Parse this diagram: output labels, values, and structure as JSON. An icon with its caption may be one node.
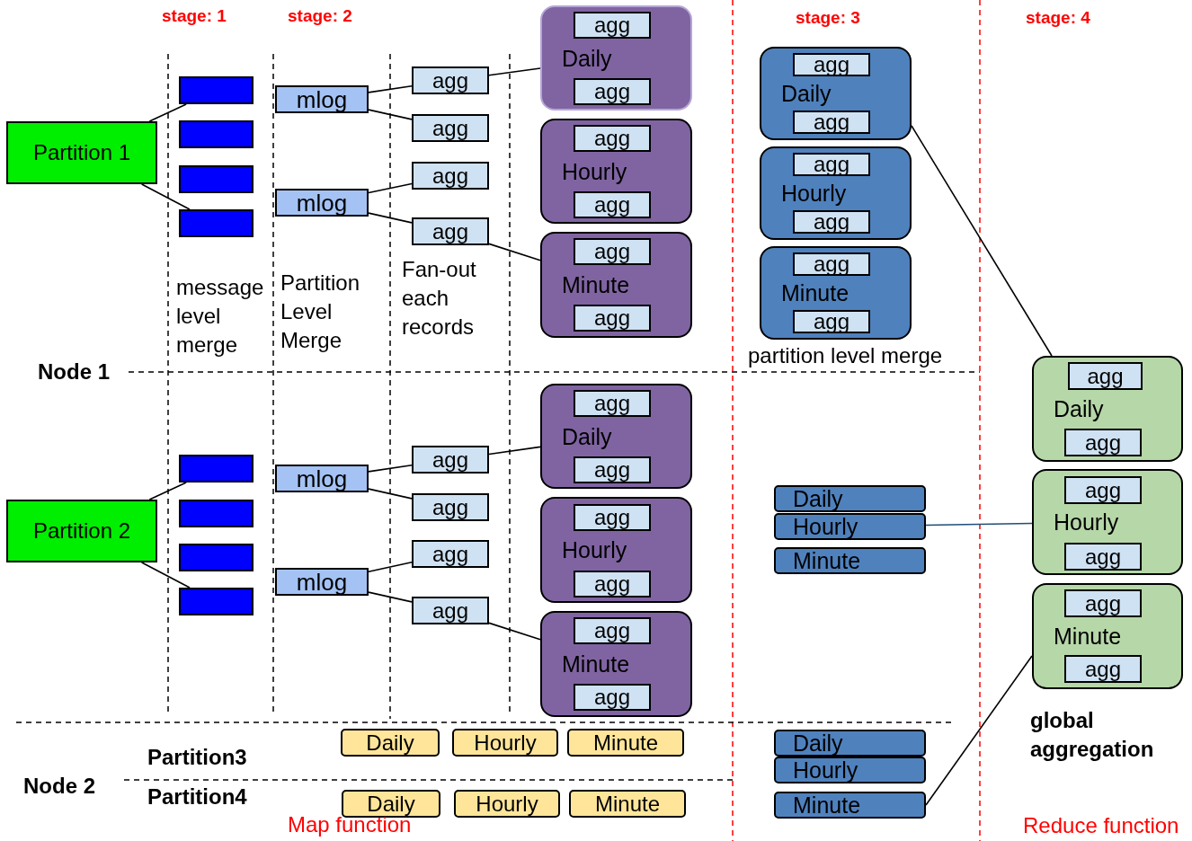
{
  "diagram": {
    "nodes": [
      {
        "text": [
          "Partition 1"
        ]
      },
      {
        "text": [],
        "shape": "box"
      },
      {
        "text": [],
        "shape": "box"
      },
      {
        "text": [],
        "shape": "box"
      },
      {
        "text": [],
        "shape": "box"
      },
      {
        "text": [
          "mlog"
        ]
      },
      {
        "text": [
          "mlog"
        ]
      },
      {
        "text": [
          "agg"
        ]
      },
      {
        "text": [
          "agg"
        ]
      },
      {
        "text": [
          "agg"
        ]
      },
      {
        "text": [
          "agg"
        ]
      },
      {
        "text": [
          "Daily"
        ]
      },
      {
        "text": [
          "agg"
        ],
        "in": 11
      },
      {
        "text": [
          "agg"
        ],
        "in": 11
      },
      {
        "text": [
          "Hourly"
        ]
      },
      {
        "text": [
          "agg"
        ],
        "in": 14
      },
      {
        "text": [
          "agg"
        ],
        "in": 14
      },
      {
        "text": [
          "Minute"
        ]
      },
      {
        "text": [
          "agg"
        ],
        "in": 17
      },
      {
        "text": [
          "agg"
        ],
        "in": 17
      },
      {
        "text": [
          "Daily"
        ]
      },
      {
        "text": [
          "agg"
        ],
        "in": 20
      },
      {
        "text": [
          "agg"
        ],
        "in": 20
      },
      {
        "text": [
          "Hourly"
        ]
      },
      {
        "text": [
          "agg"
        ],
        "in": 23
      },
      {
        "text": [
          "agg"
        ],
        "in": 23
      },
      {
        "text": [
          "Minute"
        ]
      },
      {
        "text": [
          "agg"
        ],
        "in": 26
      },
      {
        "text": [
          "agg"
        ],
        "in": 26
      },
      {
        "text": [
          "Partition 2"
        ]
      },
      {
        "text": [],
        "shape": "box"
      },
      {
        "text": [],
        "shape": "box"
      },
      {
        "text": [],
        "shape": "box"
      },
      {
        "text": [],
        "shape": "box"
      },
      {
        "text": [
          "mlog"
        ]
      },
      {
        "text": [
          "mlog"
        ]
      },
      {
        "text": [
          "agg"
        ]
      },
      {
        "text": [
          "agg"
        ]
      },
      {
        "text": [
          "agg"
        ]
      },
      {
        "text": [
          "agg"
        ]
      },
      {
        "text": [
          "Daily"
        ]
      },
      {
        "text": [
          "agg"
        ],
        "in": 40
      },
      {
        "text": [
          "agg"
        ],
        "in": 40
      },
      {
        "text": [
          "Hourly"
        ]
      },
      {
        "text": [
          "agg"
        ],
        "in": 43
      },
      {
        "text": [
          "agg"
        ],
        "in": 43
      },
      {
        "text": [
          "Minute"
        ]
      },
      {
        "text": [
          "agg"
        ],
        "in": 46
      },
      {
        "text": [
          "agg"
        ],
        "in": 46
      },
      {
        "text": [
          "Daily"
        ]
      },
      {
        "text": [
          "Hourly"
        ]
      },
      {
        "text": [
          "Minute"
        ]
      },
      {
        "text": [
          "Daily"
        ]
      },
      {
        "text": [
          "agg"
        ],
        "in": 52
      },
      {
        "text": [
          "agg"
        ],
        "in": 52
      },
      {
        "text": [
          "Hourly"
        ]
      },
      {
        "text": [
          "agg"
        ],
        "in": 55
      },
      {
        "text": [
          "agg"
        ],
        "in": 55
      },
      {
        "text": [
          "Minute"
        ]
      },
      {
        "text": [
          "agg"
        ],
        "in": 58
      },
      {
        "text": [
          "agg"
        ],
        "in": 58
      },
      {
        "text": [
          "Daily"
        ]
      },
      {
        "text": [
          "Hourly"
        ]
      },
      {
        "text": [
          "Minute"
        ]
      },
      {
        "text": [
          "Daily"
        ]
      },
      {
        "text": [
          "Hourly"
        ]
      },
      {
        "text": [
          "Minute"
        ]
      },
      {
        "text": [
          "Daily"
        ]
      },
      {
        "text": [
          "Hourly"
        ]
      },
      {
        "text": [
          "Minute"
        ]
      }
    ],
    "edges": [
      {
        "from": 0,
        "to": 1,
        "arrow": "none"
      },
      {
        "from": 0,
        "to": 4,
        "arrow": "none"
      },
      {
        "from": 5,
        "to": 7,
        "arrow": "none"
      },
      {
        "from": 5,
        "to": 8,
        "arrow": "none"
      },
      {
        "from": 6,
        "to": 9,
        "arrow": "none"
      },
      {
        "from": 6,
        "to": 10,
        "arrow": "none"
      },
      {
        "from": 7,
        "to": 11,
        "arrow": "none"
      },
      {
        "from": 10,
        "to": 17,
        "arrow": "none"
      },
      {
        "from": 20,
        "to": 52,
        "arrow": "none"
      },
      {
        "from": 29,
        "to": 30,
        "arrow": "none"
      },
      {
        "from": 29,
        "to": 33,
        "arrow": "none"
      },
      {
        "from": 34,
        "to": 36,
        "arrow": "none"
      },
      {
        "from": 34,
        "to": 37,
        "arrow": "none"
      },
      {
        "from": 35,
        "to": 38,
        "arrow": "none"
      },
      {
        "from": 35,
        "to": 39,
        "arrow": "none"
      },
      {
        "from": 36,
        "to": 40,
        "arrow": "none"
      },
      {
        "from": 39,
        "to": 46,
        "arrow": "none"
      },
      {
        "from": 50,
        "to": 55,
        "arrow": "none",
        "color": "#1f4e79"
      },
      {
        "from": 69,
        "to": 58,
        "arrow": "none"
      }
    ],
    "labels": [
      "stage: 1",
      "stage: 2",
      "stage: 3",
      "stage: 4",
      "message level merge",
      "Partition Level Merge",
      "Fan-out each records",
      "partition level merge",
      "Node 1",
      "global aggregation",
      "Partition3",
      "Node 2",
      "Partition4",
      "Map function",
      "Reduce function"
    ]
  }
}
